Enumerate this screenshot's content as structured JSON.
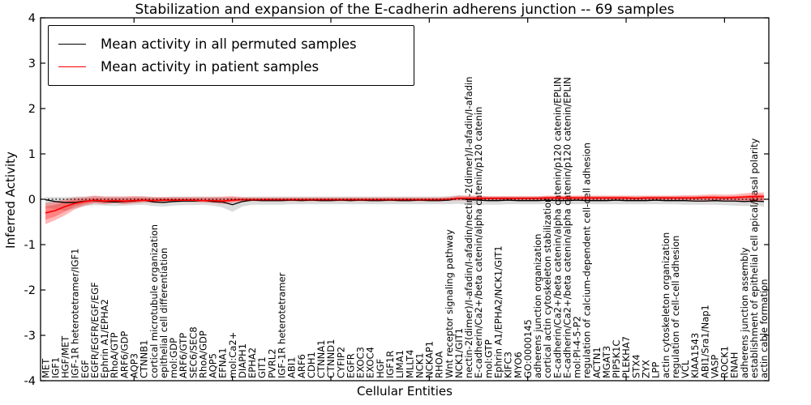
{
  "title": "Stabilization and expansion of the E-cadherin adherens junction -- 69 samples",
  "axes": {
    "x_label": "Cellular Entities",
    "y_label": "Inferred Activity",
    "y_ticks": [
      "4",
      "3",
      "2",
      "1",
      "0",
      "-1",
      "-2",
      "-3",
      "-4"
    ]
  },
  "legend": {
    "items": [
      {
        "label": "Mean activity in all permuted samples",
        "color": "#000000"
      },
      {
        "label": "Mean activity in patient samples",
        "color": "#ff0000"
      }
    ]
  },
  "chart_data": {
    "type": "line",
    "title": "Stabilization and expansion of the E-cadherin adherens junction -- 69 samples",
    "xlabel": "Cellular Entities",
    "ylabel": "Inferred Activity",
    "ylim": [
      -4,
      4
    ],
    "yticks": [
      4,
      3,
      2,
      1,
      0,
      -1,
      -2,
      -3,
      -4
    ],
    "zero_reference_line": true,
    "legend_position": "upper left",
    "categories": [
      "MET",
      "IGF1",
      "HGF/MET",
      "IGF-1R heterotetramer/IGF1",
      "EGF",
      "EGFR/EGFR/EGF/EGF",
      "Ephrin A1/EPHA2",
      "RhoA/GTP",
      "ARF6/GDP",
      "AQP3",
      "CTNNB1",
      "cortical microtubule organization",
      "epithelial cell differentiation",
      "mol:GDP",
      "ARF6/GTP",
      "SEC6/SEC8",
      "RhoA/GDP",
      "AQP5",
      "EFNA1",
      "mol:Ca2+",
      "DIAPH1",
      "EPHA2",
      "GIT1",
      "PVRL2",
      "IGF-1R heterotetramer",
      "ABI1",
      "ARF6",
      "CDH1",
      "CTNNA1",
      "CTNND1",
      "CYFIP2",
      "EGFR",
      "EXOC3",
      "EXOC4",
      "HGF",
      "IGF1R",
      "LIMA1",
      "MLLT4",
      "NCK1",
      "NCKAP1",
      "RHOA",
      "Wnt receptor signaling pathway",
      "NCK1/GIT1",
      "nectin-2(dimer)/I-afadin/I-afadin/nectin-2(dimer)/I-afadin/I-afadin",
      "E-cadherin/Ca2+/beta catenin/alpha catenin/p120 catenin",
      "mol:GTP",
      "Ephrin A1/EPHA2/NCK1/GIT1",
      "KIFC3",
      "MYO6",
      "GO:0000145",
      "adherens junction organization",
      "cortical actin cytoskeleton stabilization",
      "E-cadherin/Ca2+/beta catenin/alpha catenin/p120 catenin/EPLIN",
      "E-cadherin/Ca2+/beta catenin/alpha catenin/p120 catenin/EPLIN",
      "mol:PI-4-5-P2",
      "regulation of calcium-dependent cell-cell adhesion",
      "ACTN1",
      "MGAT3",
      "PIP5K1C",
      "PLEKHA7",
      "STX4",
      "ZYX",
      "LPP",
      "actin cytoskeleton organization",
      "regulation of cell-cell adhesion",
      "VCL",
      "KIAA1543",
      "ABI1/Sra1/Nap1",
      "VASP",
      "ROCK1",
      "ENAH",
      "adherens junction assembly",
      "establishment of epithelial cell apical/basal polarity",
      "actin cable formation"
    ],
    "series": [
      {
        "name": "Mean activity in all permuted samples",
        "color": "#000000",
        "band_color": "#000000",
        "band_opacity": 0.14,
        "values": [
          -0.01,
          -0.05,
          -0.07,
          -0.07,
          -0.04,
          -0.03,
          -0.05,
          -0.06,
          -0.05,
          -0.04,
          -0.02,
          -0.06,
          -0.07,
          -0.05,
          -0.04,
          -0.04,
          -0.03,
          -0.05,
          -0.06,
          -0.12,
          -0.05,
          -0.02,
          -0.03,
          -0.03,
          -0.03,
          -0.02,
          -0.03,
          -0.02,
          -0.03,
          -0.03,
          -0.02,
          -0.03,
          -0.02,
          -0.03,
          -0.03,
          -0.02,
          -0.03,
          -0.03,
          -0.02,
          -0.03,
          -0.03,
          -0.02,
          0.02,
          -0.01,
          -0.02,
          -0.03,
          -0.03,
          -0.02,
          -0.03,
          -0.03,
          -0.03,
          -0.02,
          -0.03,
          -0.03,
          -0.02,
          -0.03,
          -0.03,
          -0.03,
          -0.02,
          -0.03,
          -0.03,
          -0.03,
          -0.02,
          -0.03,
          -0.03,
          -0.03,
          -0.04,
          -0.04,
          -0.03,
          -0.04,
          -0.04,
          -0.05,
          -0.04,
          -0.05
        ],
        "band_low": [
          -0.18,
          -0.22,
          -0.25,
          -0.2,
          -0.15,
          -0.13,
          -0.14,
          -0.15,
          -0.14,
          -0.13,
          -0.12,
          -0.15,
          -0.16,
          -0.14,
          -0.13,
          -0.13,
          -0.12,
          -0.14,
          -0.18,
          -0.28,
          -0.16,
          -0.12,
          -0.12,
          -0.12,
          -0.12,
          -0.11,
          -0.11,
          -0.11,
          -0.11,
          -0.11,
          -0.11,
          -0.11,
          -0.11,
          -0.11,
          -0.11,
          -0.11,
          -0.11,
          -0.11,
          -0.11,
          -0.11,
          -0.11,
          -0.11,
          -0.1,
          -0.12,
          -0.12,
          -0.12,
          -0.12,
          -0.11,
          -0.11,
          -0.11,
          -0.11,
          -0.11,
          -0.11,
          -0.11,
          -0.11,
          -0.11,
          -0.11,
          -0.11,
          -0.11,
          -0.11,
          -0.11,
          -0.11,
          -0.11,
          -0.11,
          -0.11,
          -0.12,
          -0.12,
          -0.12,
          -0.12,
          -0.13,
          -0.14,
          -0.15,
          -0.14,
          -0.16
        ],
        "band_high": [
          0.05,
          0.05,
          0.05,
          0.06,
          0.06,
          0.07,
          0.06,
          0.06,
          0.06,
          0.06,
          0.07,
          0.05,
          0.05,
          0.06,
          0.06,
          0.06,
          0.06,
          0.06,
          0.05,
          0.05,
          0.05,
          0.06,
          0.06,
          0.06,
          0.06,
          0.06,
          0.06,
          0.06,
          0.06,
          0.06,
          0.06,
          0.06,
          0.06,
          0.06,
          0.06,
          0.06,
          0.06,
          0.06,
          0.06,
          0.06,
          0.06,
          0.07,
          0.09,
          0.07,
          0.06,
          0.06,
          0.06,
          0.06,
          0.06,
          0.06,
          0.06,
          0.06,
          0.06,
          0.06,
          0.06,
          0.06,
          0.06,
          0.06,
          0.06,
          0.06,
          0.06,
          0.06,
          0.06,
          0.06,
          0.06,
          0.06,
          0.06,
          0.06,
          0.06,
          0.06,
          0.06,
          0.05,
          0.06,
          0.05
        ]
      },
      {
        "name": "Mean activity in patient samples",
        "color": "#ff0000",
        "band_color": "#ff0000",
        "band_opacity": 0.28,
        "values": [
          -0.3,
          -0.25,
          -0.16,
          -0.09,
          -0.05,
          -0.02,
          -0.04,
          -0.03,
          -0.04,
          -0.03,
          -0.02,
          -0.03,
          -0.02,
          -0.02,
          -0.02,
          -0.02,
          -0.03,
          -0.03,
          -0.04,
          -0.02,
          -0.01,
          -0.01,
          -0.01,
          -0.01,
          -0.01,
          -0.01,
          -0.01,
          -0.01,
          -0.01,
          -0.01,
          -0.01,
          -0.01,
          -0.01,
          -0.01,
          -0.01,
          -0.01,
          -0.01,
          -0.01,
          -0.01,
          -0.01,
          -0.01,
          0.0,
          0.02,
          0.02,
          0.02,
          0.02,
          0.02,
          0.02,
          0.02,
          0.02,
          0.02,
          0.03,
          0.03,
          0.03,
          0.03,
          0.03,
          0.03,
          0.03,
          0.03,
          0.03,
          0.02,
          0.03,
          0.03,
          0.03,
          0.03,
          0.03,
          0.03,
          0.04,
          0.04,
          0.03,
          0.04,
          0.05,
          0.06,
          0.06
        ],
        "band_low": [
          -0.55,
          -0.46,
          -0.35,
          -0.22,
          -0.14,
          -0.09,
          -0.11,
          -0.09,
          -0.11,
          -0.09,
          -0.07,
          -0.08,
          -0.07,
          -0.06,
          -0.06,
          -0.06,
          -0.07,
          -0.08,
          -0.11,
          -0.08,
          -0.05,
          -0.04,
          -0.04,
          -0.04,
          -0.04,
          -0.04,
          -0.04,
          -0.04,
          -0.04,
          -0.04,
          -0.04,
          -0.04,
          -0.04,
          -0.04,
          -0.04,
          -0.04,
          -0.04,
          -0.04,
          -0.04,
          -0.04,
          -0.04,
          -0.03,
          -0.03,
          -0.03,
          -0.03,
          -0.03,
          -0.03,
          -0.03,
          -0.03,
          -0.03,
          -0.03,
          -0.02,
          -0.02,
          -0.02,
          -0.02,
          -0.02,
          -0.02,
          -0.02,
          -0.02,
          -0.02,
          -0.03,
          -0.02,
          -0.02,
          -0.02,
          -0.02,
          -0.02,
          -0.03,
          -0.03,
          -0.04,
          -0.03,
          -0.04,
          -0.05,
          -0.06,
          -0.05
        ],
        "band_high": [
          -0.08,
          -0.05,
          0.0,
          0.04,
          0.05,
          0.08,
          0.06,
          0.06,
          0.06,
          0.07,
          0.06,
          0.05,
          0.05,
          0.05,
          0.05,
          0.05,
          0.05,
          0.05,
          0.06,
          0.07,
          0.05,
          0.04,
          0.04,
          0.04,
          0.04,
          0.04,
          0.04,
          0.04,
          0.04,
          0.04,
          0.04,
          0.04,
          0.04,
          0.04,
          0.04,
          0.04,
          0.04,
          0.04,
          0.04,
          0.04,
          0.04,
          0.05,
          0.08,
          0.08,
          0.08,
          0.07,
          0.07,
          0.07,
          0.07,
          0.07,
          0.07,
          0.08,
          0.08,
          0.08,
          0.08,
          0.08,
          0.08,
          0.08,
          0.08,
          0.08,
          0.08,
          0.08,
          0.08,
          0.08,
          0.08,
          0.09,
          0.09,
          0.1,
          0.11,
          0.1,
          0.11,
          0.13,
          0.15,
          0.15
        ],
        "band2_low": [
          -0.45,
          -0.38,
          -0.27,
          -0.16,
          -0.1,
          -0.07,
          -0.08,
          -0.07,
          -0.08,
          -0.07,
          -0.05,
          -0.05,
          -0.04,
          -0.04,
          -0.04,
          -0.04,
          -0.05,
          -0.05,
          -0.07,
          -0.05,
          -0.03,
          -0.03,
          -0.03,
          -0.03,
          -0.03,
          -0.03,
          -0.03,
          -0.03,
          -0.03,
          -0.03,
          -0.03,
          -0.03,
          -0.03,
          -0.03,
          -0.03,
          -0.03,
          -0.03,
          -0.03,
          -0.03,
          -0.03,
          -0.03,
          -0.02,
          -0.01,
          -0.01,
          -0.01,
          -0.01,
          -0.01,
          -0.01,
          -0.01,
          -0.01,
          -0.01,
          -0.01,
          -0.01,
          -0.01,
          -0.01,
          -0.01,
          -0.01,
          -0.01,
          -0.01,
          -0.01,
          -0.01,
          -0.01,
          -0.01,
          -0.01,
          -0.01,
          -0.01,
          -0.01,
          -0.01,
          -0.02,
          -0.01,
          -0.02,
          -0.02,
          -0.03,
          -0.02
        ],
        "band2_high": [
          -0.16,
          -0.12,
          -0.05,
          -0.01,
          0.01,
          0.03,
          0.02,
          0.02,
          0.02,
          0.03,
          0.03,
          0.02,
          0.02,
          0.02,
          0.02,
          0.02,
          0.02,
          0.02,
          0.02,
          0.03,
          0.02,
          0.02,
          0.02,
          0.02,
          0.02,
          0.02,
          0.02,
          0.02,
          0.02,
          0.02,
          0.02,
          0.02,
          0.02,
          0.02,
          0.02,
          0.02,
          0.02,
          0.02,
          0.02,
          0.02,
          0.02,
          0.03,
          0.05,
          0.05,
          0.05,
          0.05,
          0.05,
          0.05,
          0.05,
          0.05,
          0.05,
          0.06,
          0.06,
          0.06,
          0.06,
          0.06,
          0.06,
          0.06,
          0.06,
          0.06,
          0.05,
          0.06,
          0.06,
          0.06,
          0.06,
          0.06,
          0.06,
          0.07,
          0.07,
          0.07,
          0.07,
          0.08,
          0.1,
          0.1
        ]
      }
    ]
  }
}
